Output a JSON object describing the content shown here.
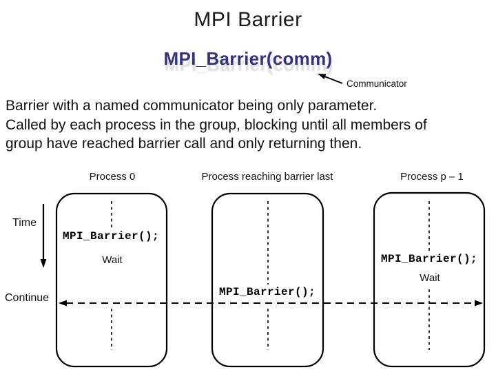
{
  "slide": {
    "title": "MPI Barrier",
    "subtitle": "MPI_Barrier(comm)",
    "subtitle_color": "#333380",
    "annotation_label": "Communicator",
    "body_lines": [
      "Barrier with a named communicator being only parameter.",
      "Called by each process in the group, blocking until all members of",
      "group have reached barrier call and only returning then."
    ]
  },
  "diagram": {
    "process_labels": [
      "Process 0",
      "Process reaching barrier last",
      "Process p – 1"
    ],
    "time_label": "Time",
    "continue_label": "Continue",
    "barrier_call": "MPI_Barrier();",
    "wait_label": "Wait",
    "ink_color": "#000000"
  }
}
